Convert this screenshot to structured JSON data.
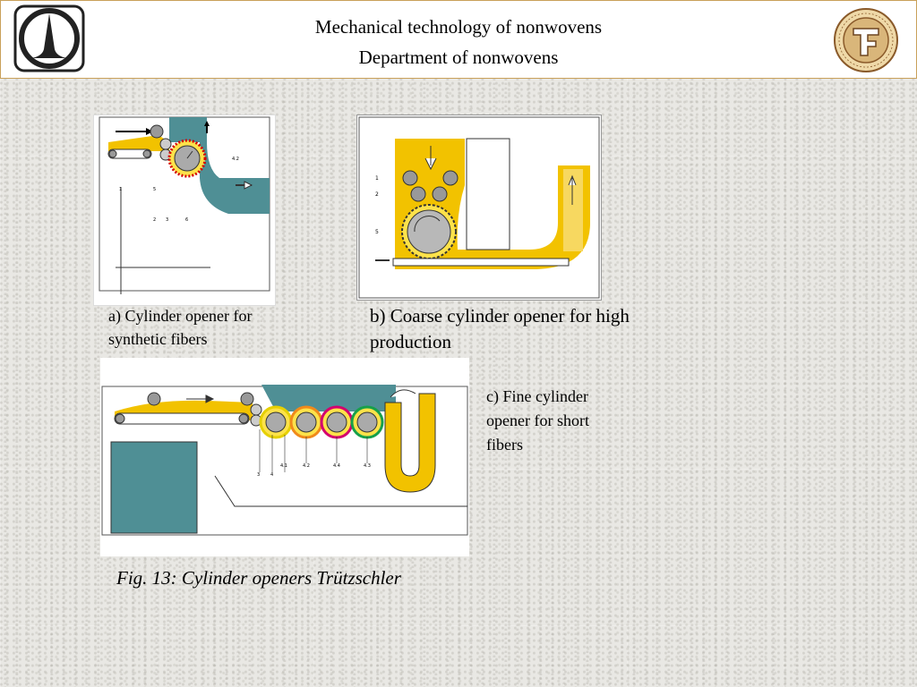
{
  "header": {
    "title_line1": "Mechanical technology of nonwovens",
    "title_line2": "Department of nonwovens"
  },
  "logo_left": {
    "icon": "university-emblem-icon"
  },
  "logo_right": {
    "icon": "faculty-seal-icon"
  },
  "diagram_a": {
    "caption": "a) Cylinder opener for synthetic fibers",
    "labels": {
      "l1": "1",
      "l2": "2",
      "l3": "3",
      "l5": "5",
      "l6": "6",
      "l42": "4.2"
    }
  },
  "diagram_b": {
    "caption": "b) Coarse cylinder opener for high production",
    "labels": {
      "l1": "1",
      "l2": "2",
      "l5": "5"
    }
  },
  "diagram_c": {
    "caption": "c) Fine cylinder opener for short fibers",
    "labels": {
      "l3": "3",
      "l4": "4",
      "l41": "4.1",
      "l42": "4.2",
      "l44": "4.4",
      "l43": "4.3"
    }
  },
  "figure_caption": "Fig. 13: Cylinder openers Trützschler",
  "colors": {
    "fiber_yellow": "#f2c200",
    "hopper_teal": "#4f8f95",
    "header_border": "#c9a05a"
  }
}
